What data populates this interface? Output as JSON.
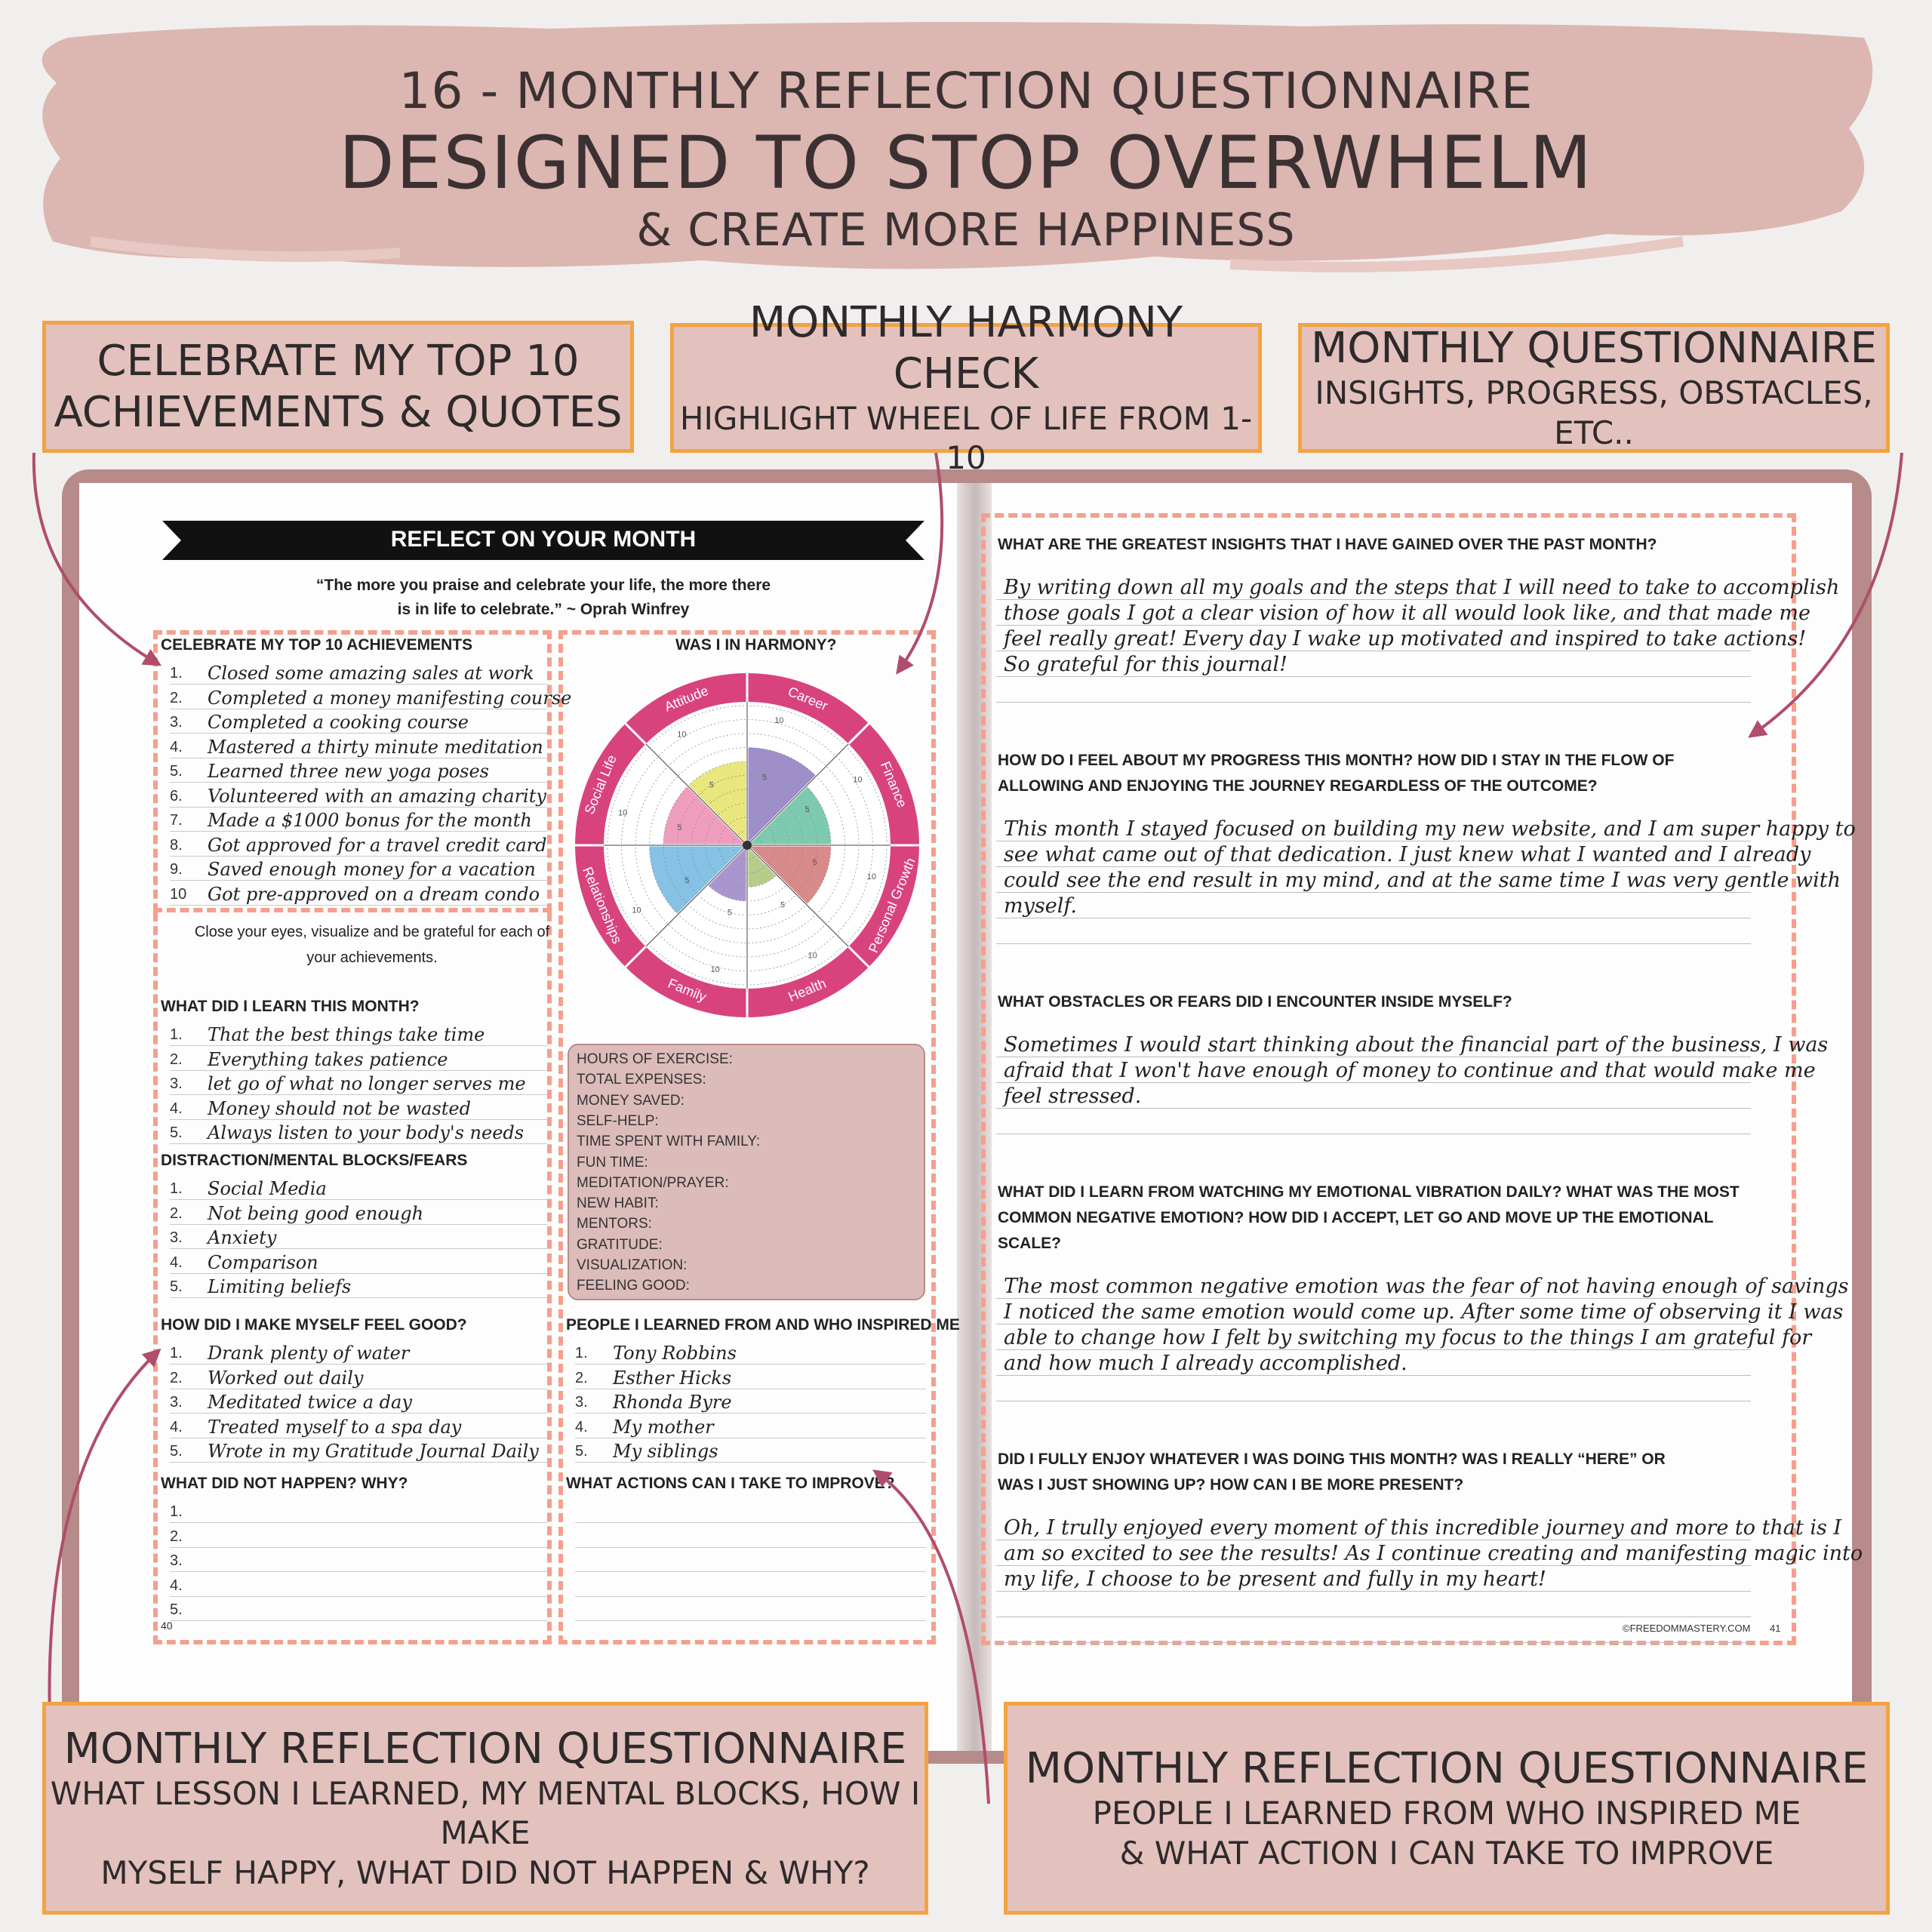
{
  "header": {
    "line1": "16 - MONTHLY REFLECTION QUESTIONNAIRE",
    "line2": "DESIGNED TO STOP OVERWHELM",
    "line3": "& CREATE MORE HAPPINESS"
  },
  "callouts": {
    "top_left": {
      "line1": "CELEBRATE MY TOP 10",
      "line2": "ACHIEVEMENTS & QUOTES"
    },
    "top_middle": {
      "line1": "MONTHLY HARMONY CHECK",
      "line2": "HIGHLIGHT WHEEL OF LIFE FROM 1-10"
    },
    "top_right": {
      "line1": "MONTHLY QUESTIONNAIRE",
      "line2": "INSIGHTS, PROGRESS, OBSTACLES, ETC.."
    },
    "bottom_left": {
      "line1": "MONTHLY REFLECTION QUESTIONNAIRE",
      "line2": "WHAT LESSON I LEARNED, MY MENTAL BLOCKS, HOW I MAKE",
      "line3": "MYSELF HAPPY, WHAT DID NOT HAPPEN & WHY?"
    },
    "bottom_right": {
      "line1": "MONTHLY REFLECTION QUESTIONNAIRE",
      "line2": "PEOPLE I LEARNED FROM WHO INSPIRED ME",
      "line3": "& WHAT ACTION I CAN TAKE TO IMPROVE"
    }
  },
  "left_page": {
    "banner": "REFLECT ON YOUR MONTH",
    "quote_line1": "“The more you praise and celebrate your life, the more there",
    "quote_line2": "is in life to celebrate.” ~ Oprah Winfrey",
    "achievements_title": "CELEBRATE MY TOP 10 ACHIEVEMENTS",
    "achievements": [
      {
        "n": "1.",
        "v": "Closed some amazing sales at work"
      },
      {
        "n": "2.",
        "v": "Completed a money manifesting course"
      },
      {
        "n": "3.",
        "v": "Completed a cooking course"
      },
      {
        "n": "4.",
        "v": "Mastered a thirty minute meditation"
      },
      {
        "n": "5.",
        "v": "Learned three new yoga poses"
      },
      {
        "n": "6.",
        "v": "Volunteered with an amazing charity"
      },
      {
        "n": "7.",
        "v": "Made a $1000 bonus for the month"
      },
      {
        "n": "8.",
        "v": "Got approved for a travel credit card"
      },
      {
        "n": "9.",
        "v": "Saved enough money for a vacation"
      },
      {
        "n": "10",
        "v": "Got pre-approved on a dream condo"
      }
    ],
    "grateful_line1": "Close your eyes, visualize and be grateful for each of",
    "grateful_line2": "your achievements.",
    "harmony_title": "WAS I IN HARMONY?",
    "wheel": {
      "segments": [
        {
          "label": "Career",
          "color": "#9e8fc9",
          "level": 7
        },
        {
          "label": "Finance",
          "color": "#7ecab0",
          "level": 6
        },
        {
          "label": "Personal Growth",
          "color": "#d98a8a",
          "level": 6
        },
        {
          "label": "Health",
          "color": "#b7cc8a",
          "level": 3
        },
        {
          "label": "Family",
          "color": "#a996cf",
          "level": 4
        },
        {
          "label": "Relationships",
          "color": "#86c1e6",
          "level": 7
        },
        {
          "label": "Social Life",
          "color": "#ef9dbd",
          "level": 6
        },
        {
          "label": "Attitude",
          "color": "#e8e67d",
          "level": 6
        }
      ],
      "ring_color": "#d8437e",
      "tick_10": "10",
      "tick_5": "5"
    },
    "learn_title": "WHAT DID I LEARN THIS MONTH?",
    "learn": [
      {
        "n": "1.",
        "v": "That the best things take time"
      },
      {
        "n": "2.",
        "v": "Everything takes patience"
      },
      {
        "n": "3.",
        "v": "let go of what no longer serves me"
      },
      {
        "n": "4.",
        "v": "Money should not be wasted"
      },
      {
        "n": "5.",
        "v": "Always listen to your body's needs"
      }
    ],
    "blocks_title": "DISTRACTION/MENTAL BLOCKS/FEARS",
    "blocks": [
      {
        "n": "1.",
        "v": "Social Media"
      },
      {
        "n": "2.",
        "v": "Not being good enough"
      },
      {
        "n": "3.",
        "v": "Anxiety"
      },
      {
        "n": "4.",
        "v": "Comparison"
      },
      {
        "n": "5.",
        "v": "Limiting beliefs"
      }
    ],
    "log": [
      "HOURS OF EXERCISE:",
      "TOTAL EXPENSES:",
      "MONEY SAVED:",
      "SELF-HELP:",
      "TIME SPENT WITH FAMILY:",
      "FUN TIME:",
      "MEDITATION/PRAYER:",
      "NEW HABIT:",
      "MENTORS:",
      "GRATITUDE:",
      "VISUALIZATION:",
      "FEELING GOOD:"
    ],
    "feel_good_title": "HOW DID I MAKE MYSELF FEEL GOOD?",
    "feel_good": [
      {
        "n": "1.",
        "v": "Drank plenty of water"
      },
      {
        "n": "2.",
        "v": "Worked out daily"
      },
      {
        "n": "3.",
        "v": "Meditated twice a day"
      },
      {
        "n": "4.",
        "v": "Treated myself to a spa day"
      },
      {
        "n": "5.",
        "v": "Wrote in my Gratitude Journal Daily"
      }
    ],
    "people_title": "PEOPLE I LEARNED FROM AND WHO INSPIRED ME",
    "people": [
      {
        "n": "1.",
        "v": "Tony Robbins"
      },
      {
        "n": "2.",
        "v": "Esther Hicks"
      },
      {
        "n": "3.",
        "v": "Rhonda Byre"
      },
      {
        "n": "4.",
        "v": "My mother"
      },
      {
        "n": "5.",
        "v": "My siblings"
      }
    ],
    "not_happen_title": "WHAT DID NOT HAPPEN?  WHY?",
    "not_happen": [
      {
        "n": "1.",
        "v": ""
      },
      {
        "n": "2.",
        "v": ""
      },
      {
        "n": "3.",
        "v": ""
      },
      {
        "n": "4.",
        "v": ""
      },
      {
        "n": "5.",
        "v": ""
      }
    ],
    "improve_title": "WHAT ACTIONS CAN I TAKE TO IMPROVE?",
    "page_number": "40"
  },
  "right_page": {
    "questions": [
      {
        "lines": [
          "WHAT ARE THE GREATEST INSIGHTS THAT I HAVE GAINED OVER THE PAST MONTH?"
        ],
        "answer": [
          "By writing down all my goals and the steps that I will need to take to accomplish",
          "those goals I got a clear vision of how it all would look like, and that made me",
          "feel really great! Every day I wake up motivated and inspired to take actions!",
          "So grateful for this journal!",
          ""
        ]
      },
      {
        "lines": [
          "HOW DO I FEEL ABOUT MY PROGRESS THIS MONTH? HOW DID I STAY IN THE FLOW OF",
          "ALLOWING AND ENJOYING THE JOURNEY REGARDLESS OF THE OUTCOME?"
        ],
        "answer": [
          "This month I stayed focused on building my new website, and I am super happy to",
          "see what came out of that dedication. I just knew what I wanted and I already",
          "could see the end result in my mind, and at the same time I was very gentle with",
          "myself.",
          ""
        ]
      },
      {
        "lines": [
          "WHAT OBSTACLES OR FEARS DID I ENCOUNTER INSIDE MYSELF?"
        ],
        "answer": [
          "Sometimes I would start thinking about the financial part of the business, I was",
          "afraid that I won't have enough of money to continue and that would make me",
          "feel stressed.",
          ""
        ]
      },
      {
        "lines": [
          "WHAT DID I LEARN FROM WATCHING MY EMOTIONAL VIBRATION DAILY? WHAT WAS THE MOST",
          "COMMON NEGATIVE EMOTION? HOW DID I ACCEPT, LET GO AND MOVE UP THE EMOTIONAL",
          "SCALE?"
        ],
        "answer": [
          "The most common negative emotion was the fear of not having enough of savings",
          "I noticed the same emotion would come up. After some time of observing it I was",
          "able to change how I felt by switching my focus to the things I am grateful for",
          "and how much I already accomplished.",
          ""
        ]
      },
      {
        "lines": [
          "DID I FULLY ENJOY WHATEVER I WAS DOING THIS MONTH? WAS I REALLY “HERE” OR",
          "WAS I JUST SHOWING UP? HOW CAN I BE MORE PRESENT?"
        ],
        "answer": [
          "Oh, I trully enjoyed every moment of this incredible journey and more to that is I",
          "am so excited to see the results! As I continue creating and manifesting magic into",
          "my life, I choose to be present and fully in my heart!",
          "",
          ""
        ]
      }
    ],
    "footer": "©FREEDOMMASTERY.COM",
    "page_number": "41"
  }
}
